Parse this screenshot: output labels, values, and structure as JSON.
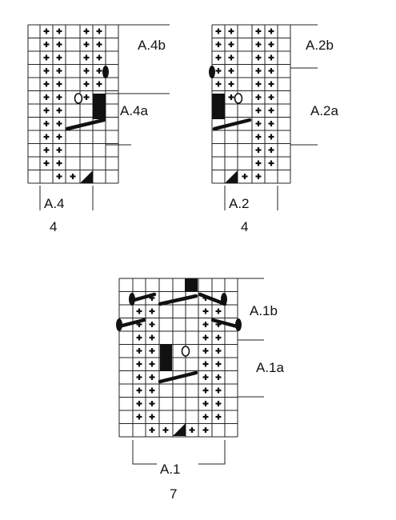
{
  "diagrams": {
    "a4": {
      "part_b": "A.4b",
      "part_a": "A.4a",
      "name": "A.4",
      "stitches": "4"
    },
    "a2": {
      "part_b": "A.2b",
      "part_a": "A.2a",
      "name": "A.2",
      "stitches": "4"
    },
    "a1": {
      "part_b": "A.1b",
      "part_a": "A.1a",
      "name": "A.1",
      "stitches": "7"
    }
  },
  "symbols": [
    "plus-symbol",
    "filled-square",
    "yarn-over-circle",
    "cable-bar",
    "decrease-triangle",
    "bobble-oval"
  ]
}
